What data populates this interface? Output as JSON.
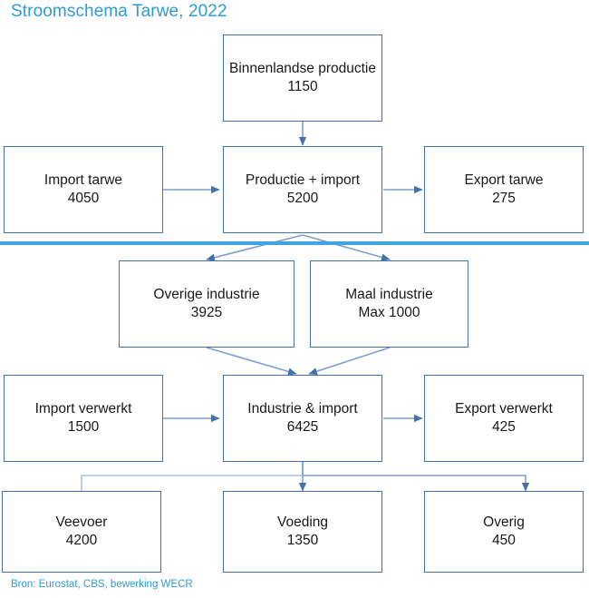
{
  "title": "Stroomschema Tarwe, 2022",
  "source": "Bron: Eurostat, CBS, bewerking WECR",
  "colors": {
    "title": "#2C9BD6",
    "box_border": "#4472A8",
    "connector": "#7C9FD0",
    "divider": "#41A4E0",
    "text": "#191919"
  },
  "chart_data": {
    "type": "diagram",
    "title": "Stroomschema Tarwe, 2022",
    "subtitle": "",
    "xlabel": "",
    "ylabel": "",
    "unit": "1000 ton",
    "source": "Bron: Eurostat, CBS, bewerking WECR",
    "nodes": [
      {
        "id": "binnenlandse-productie",
        "label": "Binnenlandse productie",
        "value": "1150",
        "numeric": 1150,
        "tier": 1
      },
      {
        "id": "import-tarwe",
        "label": "Import tarwe",
        "value": "4050",
        "numeric": 4050,
        "tier": 2
      },
      {
        "id": "productie-import",
        "label": "Productie + import",
        "value": "5200",
        "numeric": 5200,
        "tier": 2
      },
      {
        "id": "export-tarwe",
        "label": "Export tarwe",
        "value": "275",
        "numeric": 275,
        "tier": 2
      },
      {
        "id": "overige-industrie",
        "label": "Overige industrie",
        "value": "3925",
        "numeric": 3925,
        "tier": 3
      },
      {
        "id": "maal-industrie",
        "label": "Maal industrie",
        "value": "Max 1000",
        "numeric": 1000,
        "tier": 3
      },
      {
        "id": "import-verwerkt",
        "label": "Import verwerkt",
        "value": "1500",
        "numeric": 1500,
        "tier": 4
      },
      {
        "id": "industrie-import",
        "label": "Industrie & import",
        "value": "6425",
        "numeric": 6425,
        "tier": 4
      },
      {
        "id": "export-verwerkt",
        "label": "Export verwerkt",
        "value": "425",
        "numeric": 425,
        "tier": 4
      },
      {
        "id": "veevoer",
        "label": "Veevoer",
        "value": "4200",
        "numeric": 4200,
        "tier": 5
      },
      {
        "id": "voeding",
        "label": "Voeding",
        "value": "1350",
        "numeric": 1350,
        "tier": 5
      },
      {
        "id": "overig",
        "label": "Overig",
        "value": "450",
        "numeric": 450,
        "tier": 5
      }
    ],
    "edges": [
      {
        "from": "binnenlandse-productie",
        "to": "productie-import",
        "arrow": true
      },
      {
        "from": "import-tarwe",
        "to": "productie-import",
        "arrow": true
      },
      {
        "from": "productie-import",
        "to": "export-tarwe",
        "arrow": true
      },
      {
        "from": "productie-import",
        "to": "overige-industrie",
        "arrow": true
      },
      {
        "from": "productie-import",
        "to": "maal-industrie",
        "arrow": true
      },
      {
        "from": "overige-industrie",
        "to": "industrie-import",
        "arrow": true
      },
      {
        "from": "maal-industrie",
        "to": "industrie-import",
        "arrow": true
      },
      {
        "from": "import-verwerkt",
        "to": "industrie-import",
        "arrow": true
      },
      {
        "from": "industrie-import",
        "to": "export-verwerkt",
        "arrow": true
      },
      {
        "from": "industrie-import",
        "to": "veevoer",
        "arrow": false
      },
      {
        "from": "industrie-import",
        "to": "voeding",
        "arrow": true
      },
      {
        "from": "industrie-import",
        "to": "overig",
        "arrow": true
      }
    ]
  }
}
